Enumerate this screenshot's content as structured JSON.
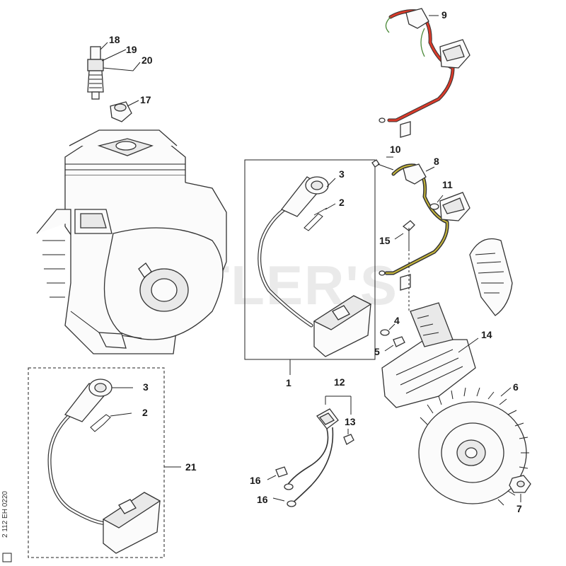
{
  "watermark": "CUTLER'S",
  "reference_code": "2 112 EH 0220",
  "callouts": {
    "c1": "1",
    "c2a": "2",
    "c2b": "2",
    "c3a": "3",
    "c3b": "3",
    "c4": "4",
    "c5": "5",
    "c6": "6",
    "c7": "7",
    "c8": "8",
    "c9": "9",
    "c10": "10",
    "c11": "11",
    "c12": "12",
    "c13": "13",
    "c14": "14",
    "c15": "15",
    "c16a": "16",
    "c16b": "16",
    "c17": "17",
    "c18": "18",
    "c19": "19",
    "c20": "20",
    "c21": "21"
  },
  "colors": {
    "wire_red": "#d83a2a",
    "wire_yellow": "#c9b83a",
    "wire_green": "#4c8a3a",
    "watermark": "#d9d9d9"
  }
}
